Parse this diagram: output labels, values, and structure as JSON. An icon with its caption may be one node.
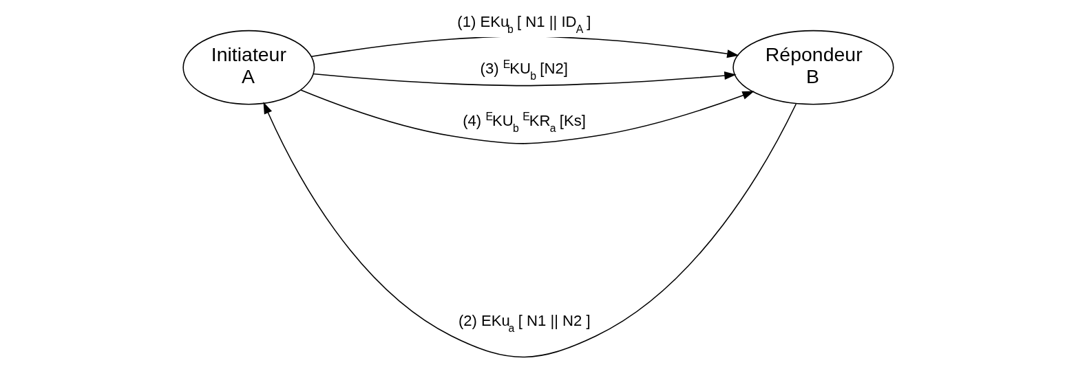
{
  "diagram": {
    "nodes": [
      {
        "text": [
          "Initiateur A"
        ]
      },
      {
        "text": [
          "Répondeur B"
        ]
      }
    ],
    "edges": [
      {
        "from": 0,
        "to": 1,
        "arrow": "to",
        "label": "(1) EKu$_{b}$ [ N1 || ID$_{A}$ ]"
      },
      {
        "from": 1,
        "to": 0,
        "arrow": "to",
        "label": "(2) EKu$_{a}$ [ N1 || N2 ]"
      },
      {
        "from": 0,
        "to": 1,
        "arrow": "to",
        "label": "(3) $^{E}$KU$_{b}$ [N2]"
      },
      {
        "from": 0,
        "to": 1,
        "arrow": "to",
        "label": "(4) $^{E}$KU$_{b}$ $^{E}$KR$_{a}$ [Ks]"
      }
    ]
  }
}
